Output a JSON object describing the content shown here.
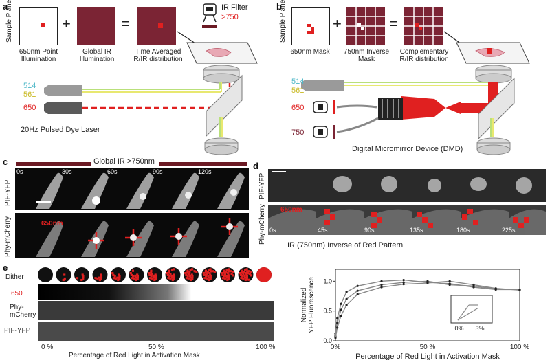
{
  "panel_a": {
    "letter": "a",
    "sample_plane": "Sample Plane",
    "box1_label": "650nm Point Illumination",
    "plus": "+",
    "box2_label": "Global IR Illumination",
    "equals": "=",
    "box3_label": "Time Averaged R/IR distribution",
    "ir_filter": "IR Filter",
    "ir_filter_value": ">750",
    "laser_514": "514",
    "laser_561": "561",
    "laser_650": "650",
    "laser_label": "20Hz Pulsed Dye Laser"
  },
  "panel_b": {
    "letter": "b",
    "sample_plane": "Sample Plane",
    "box1_label": "650nm Mask",
    "plus": "+",
    "box2_label": "750nm Inverse Mask",
    "equals": "=",
    "box3_label": "Complementary R/IR distribution",
    "laser_514": "514",
    "laser_561": "561",
    "led_650": "650",
    "led_750": "750",
    "dmd_label": "Digital Micromirror Device (DMD)"
  },
  "panel_c": {
    "letter": "c",
    "global_ir": "Global IR >750nm",
    "row1": "PIF-YFP",
    "row2": "Phy-mCherry",
    "times": [
      "0s",
      "30s",
      "60s",
      "90s",
      "120s"
    ],
    "red_label": "650nm"
  },
  "panel_d": {
    "letter": "d",
    "row1": "PIF-YFP",
    "row2": "Phy-mCherry",
    "red_label": "650nm",
    "times": [
      "0s",
      "45s",
      "90s",
      "135s",
      "180s",
      "225s"
    ],
    "caption": "IR (750nm) Inverse of Red Pattern"
  },
  "panel_e": {
    "letter": "e",
    "row_dither": "Dither",
    "row_650": "650",
    "row_phy": "Phy- mCherry",
    "row_pif": "PIF-YFP",
    "tick_0": "0 %",
    "tick_50": "50 %",
    "tick_100": "100 %",
    "xlabel": "Percentage of Red Light in Activation Mask"
  },
  "chart_data": {
    "type": "line",
    "title": "",
    "xlabel": "Percentage of Red Light in Activation Mask",
    "ylabel": "Normalized YFP Fluorescence",
    "xlim": [
      0,
      100
    ],
    "ylim": [
      0,
      1.2
    ],
    "x_tick_labels": [
      "0%",
      "50 %",
      "100 %"
    ],
    "y_tick_labels": [
      "0.0",
      "0.5",
      "1.0"
    ],
    "inset_tick_labels": [
      "0%",
      "3%"
    ],
    "series": [
      {
        "x": [
          0,
          1,
          3,
          6,
          12,
          25,
          37,
          50,
          62,
          75,
          87,
          100
        ],
        "values": [
          0.12,
          0.38,
          0.62,
          0.82,
          0.92,
          1.0,
          1.02,
          0.98,
          0.96,
          0.9,
          0.86,
          0.86
        ]
      },
      {
        "x": [
          0,
          1,
          3,
          6,
          12,
          25,
          37,
          50,
          62,
          75,
          87,
          100
        ],
        "values": [
          0.08,
          0.3,
          0.52,
          0.7,
          0.84,
          0.94,
          0.98,
          1.0,
          0.94,
          0.92,
          0.87,
          0.86
        ]
      },
      {
        "x": [
          0,
          1,
          3,
          6,
          12,
          25,
          37,
          50,
          62,
          75,
          87,
          100
        ],
        "values": [
          0.05,
          0.22,
          0.42,
          0.6,
          0.78,
          0.9,
          0.95,
          0.97,
          1.0,
          0.94,
          0.88,
          0.85
        ]
      }
    ],
    "colors": {
      "line": "#888888",
      "point": "#222222"
    }
  },
  "colors": {
    "ir_maroon": "#7b2434",
    "red": "#e02020",
    "green_beam": "#b9e07a",
    "yellow_beam": "#e8e870",
    "cyan_label": "#4fb8c8",
    "yellow_label": "#c8b820"
  }
}
